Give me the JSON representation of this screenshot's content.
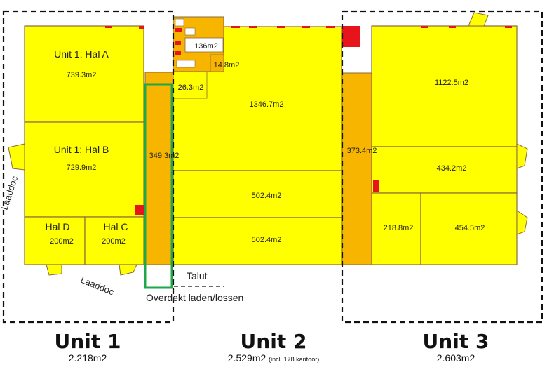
{
  "colors": {
    "yellow": "#ffff00",
    "orange": "#f7b500",
    "red": "#e8141c",
    "wall": "#8a6a3c",
    "dash": "#111111",
    "green": "#1fa84a"
  },
  "rooms": {
    "unit1_hal_a_name": "Unit 1; Hal A",
    "unit1_hal_a_area": "739.3m2",
    "unit1_hal_b_name": "Unit 1; Hal B",
    "unit1_hal_b_area": "729.9m2",
    "hal_d_name": "Hal D",
    "hal_d_area": "200m2",
    "hal_c_name": "Hal  C",
    "hal_c_area": "200m2",
    "corridor_1_area": "349.3m2",
    "office_136": "136m2",
    "office_148": "14.8m2",
    "office_263": "26.3m2",
    "unit2_main_area": "1346.7m2",
    "unit2_mid_area": "502.4m2",
    "unit2_low_area": "502.4m2",
    "corridor_2_area": "373.4m2",
    "unit3_top_area": "1122.5m2",
    "unit3_mid_area": "434.2m2",
    "unit3_low_left_area": "218.8m2",
    "unit3_low_right_area": "454.5m2"
  },
  "annotations": {
    "laaddoc_left": "Laaddoc",
    "laaddoc_bottom": "Laaddoc",
    "talut": "Talut",
    "overdekt": "Overdekt laden/lossen"
  },
  "units": [
    {
      "title": "Unit 1",
      "area": "2.218m2",
      "note": ""
    },
    {
      "title": "Unit 2",
      "area": "2.529m2",
      "note": "(incl. 178 kantoor)"
    },
    {
      "title": "Unit 3",
      "area": "2.603m2",
      "note": ""
    }
  ]
}
